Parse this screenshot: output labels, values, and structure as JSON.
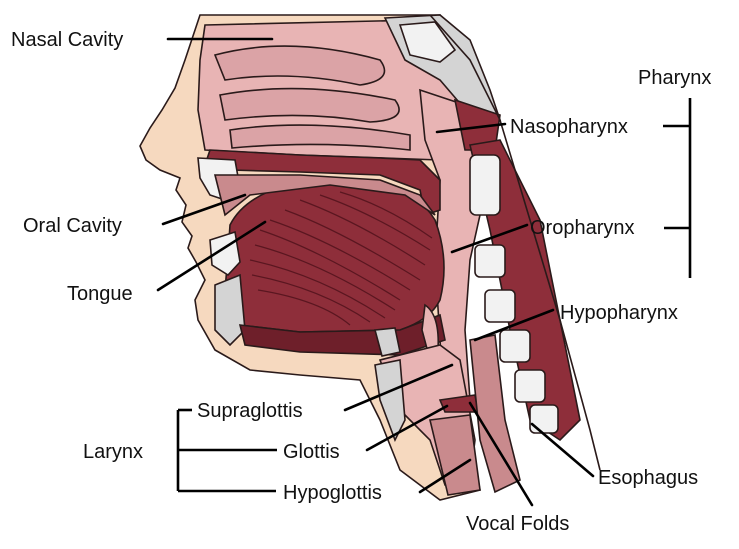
{
  "labels": {
    "nasal_cavity": "Nasal Cavity",
    "oral_cavity": "Oral Cavity",
    "tongue": "Tongue",
    "pharynx": "Pharynx",
    "nasopharynx": "Nasopharynx",
    "oropharynx": "Oropharynx",
    "hypopharynx": "Hypopharynx",
    "larynx": "Larynx",
    "supraglottis": "Supraglottis",
    "glottis": "Glottis",
    "hypoglottis": "Hypoglottis",
    "esophagus": "Esophagus",
    "vocal_folds": "Vocal Folds"
  },
  "colors": {
    "skin": "#f6d9bf",
    "mucosa_light": "#e8b4b4",
    "mucosa_mid": "#c98a8d",
    "muscle_dark": "#8e2e3a",
    "muscle_deep": "#6e1f2a",
    "bone_gray": "#d4d4d4",
    "bone_white": "#f2f2f2"
  }
}
